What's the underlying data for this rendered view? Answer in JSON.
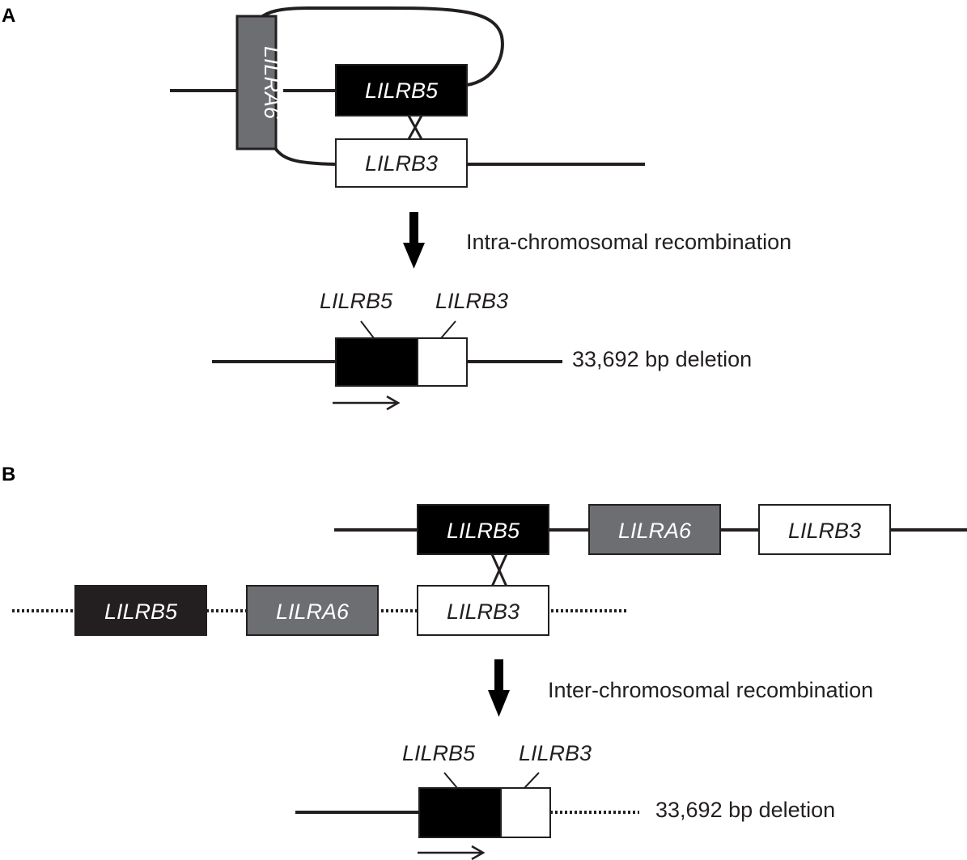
{
  "panels": {
    "a": {
      "label": "A",
      "loop_genes": {
        "lilra6": "LILRA6",
        "lilrb5": "LILRB5",
        "lilrb3": "LILRB3"
      },
      "arrow_caption": "Intra-chromosomal recombination",
      "result": {
        "label_left": "LILRB5",
        "label_right": "LILRB3",
        "caption": "33,692 bp deletion"
      }
    },
    "b": {
      "label": "B",
      "top_chromosome": [
        "LILRB5",
        "LILRA6",
        "LILRB3"
      ],
      "bottom_chromosome": [
        "LILRB5",
        "LILRA6",
        "LILRB3"
      ],
      "arrow_caption": "Inter-chromosomal recombination",
      "result": {
        "label_left": "LILRB5",
        "label_right": "LILRB3",
        "caption": "33,692 bp deletion"
      }
    }
  },
  "colors": {
    "lilrb5": "#000000",
    "lilra6": "#6d6e71",
    "lilrb3": "#ffffff",
    "line": "#231f20"
  }
}
